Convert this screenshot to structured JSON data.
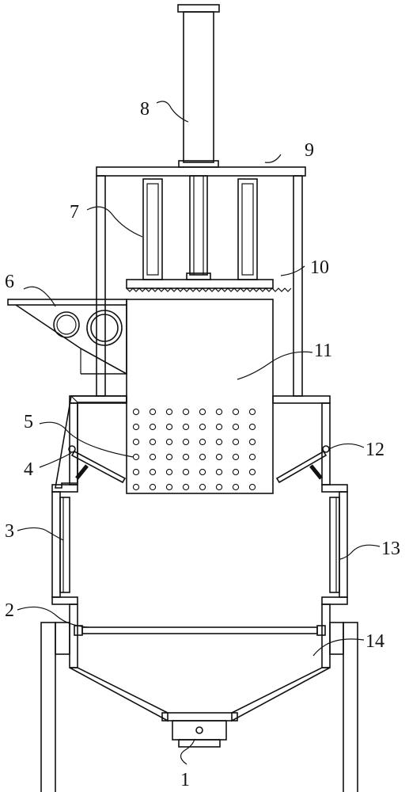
{
  "labels": [
    {
      "key": "1",
      "text": "1"
    },
    {
      "key": "2",
      "text": "2"
    },
    {
      "key": "3",
      "text": "3"
    },
    {
      "key": "4",
      "text": "4"
    },
    {
      "key": "5",
      "text": "5"
    },
    {
      "key": "6",
      "text": "6"
    },
    {
      "key": "7",
      "text": "7"
    },
    {
      "key": "8",
      "text": "8"
    },
    {
      "key": "9",
      "text": "9"
    },
    {
      "key": "10",
      "text": "10"
    },
    {
      "key": "11",
      "text": "11"
    },
    {
      "key": "12",
      "text": "12"
    },
    {
      "key": "13",
      "text": "13"
    },
    {
      "key": "14",
      "text": "14"
    }
  ],
  "colors": {
    "line": "#111111",
    "background": "#ffffff"
  }
}
